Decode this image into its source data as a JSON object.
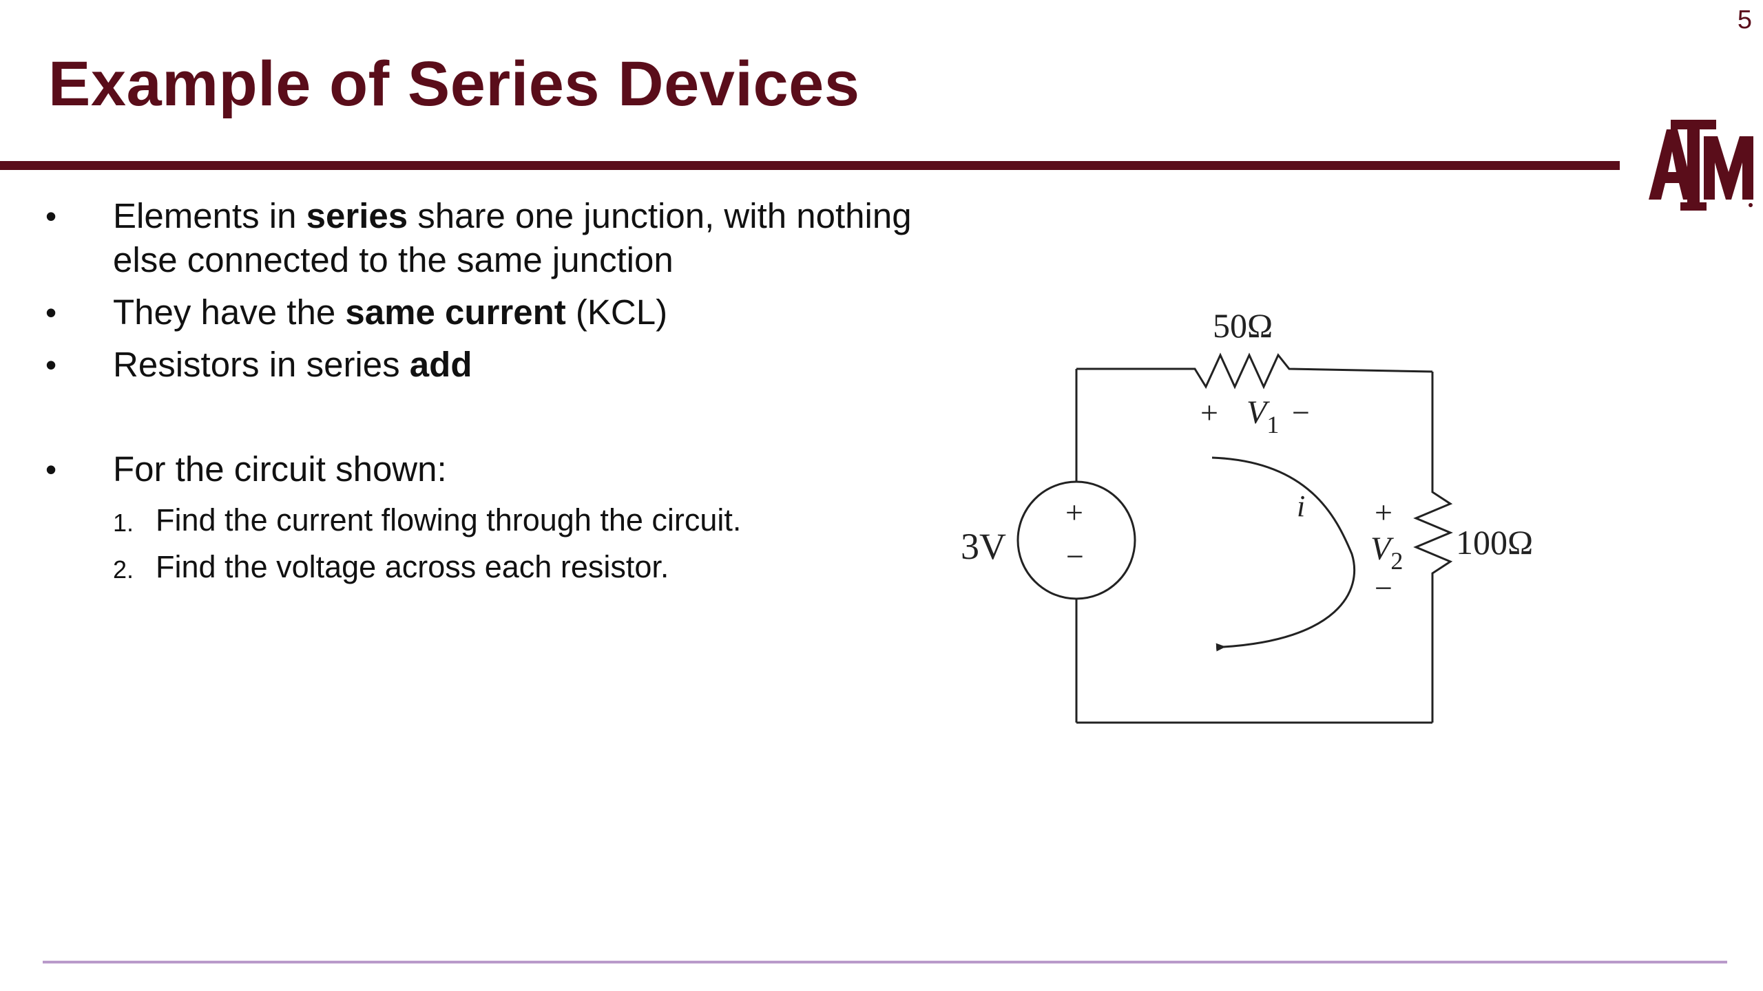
{
  "slide": {
    "number": "5",
    "title": "Example of Series Devices",
    "logo_text": "ATM",
    "colors": {
      "maroon": "#5a0d1a",
      "footer_rule": "#b99aca"
    }
  },
  "bullets": [
    {
      "parts": [
        {
          "text": "Elements in ",
          "bold": false
        },
        {
          "text": "series",
          "bold": true
        },
        {
          "text": " share one junction, with nothing else connected to the same junction",
          "bold": false
        }
      ]
    },
    {
      "parts": [
        {
          "text": "They have the ",
          "bold": false
        },
        {
          "text": "same current",
          "bold": true
        },
        {
          "text": " (KCL)",
          "bold": false
        }
      ]
    },
    {
      "parts": [
        {
          "text": "Resistors in series ",
          "bold": false
        },
        {
          "text": "add",
          "bold": true
        }
      ]
    },
    {
      "parts": [
        {
          "text": "For the circuit shown:",
          "bold": false
        }
      ],
      "subitems": [
        {
          "num": "1.",
          "text": "Find the current flowing through the circuit."
        },
        {
          "num": "2.",
          "text": "Find the voltage across each resistor."
        }
      ]
    }
  ],
  "circuit": {
    "r1_label": "50Ω",
    "r2_label": "100Ω",
    "source_label": "3V",
    "plus": "+",
    "minus": "−",
    "v1_main": "V",
    "v1_sub": "1",
    "v2_main": "V",
    "v2_sub": "2",
    "current_label": "i"
  }
}
